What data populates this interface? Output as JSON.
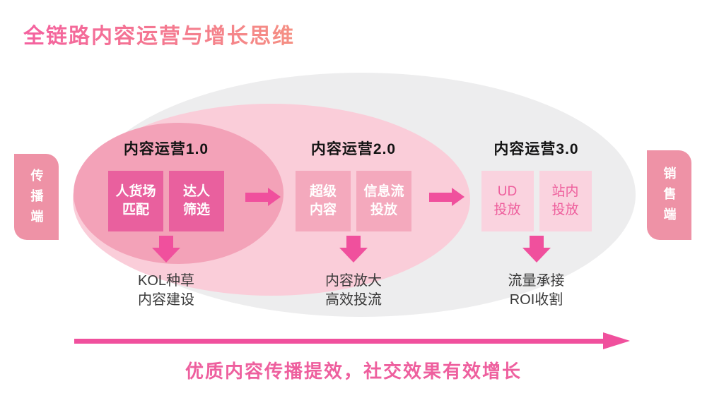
{
  "title": "全链路内容运营与增长思维",
  "side_tabs": {
    "left": {
      "label": "传播端"
    },
    "right": {
      "label": "销售端"
    }
  },
  "stages": [
    {
      "heading": "内容运营1.0",
      "boxes": [
        {
          "lines": [
            "人货场",
            "匹配"
          ]
        },
        {
          "lines": [
            "达人",
            "筛选"
          ]
        }
      ],
      "caption_lines": [
        "KOL种草",
        "内容建设"
      ]
    },
    {
      "heading": "内容运营2.0",
      "boxes": [
        {
          "lines": [
            "超级",
            "内容"
          ]
        },
        {
          "lines": [
            "信息流",
            "投放"
          ]
        }
      ],
      "caption_lines": [
        "内容放大",
        "高效投流"
      ]
    },
    {
      "heading": "内容运营3.0",
      "boxes": [
        {
          "lines": [
            "UD",
            "投放"
          ]
        },
        {
          "lines": [
            "站内",
            "投放"
          ]
        }
      ],
      "caption_lines": [
        "流量承接",
        "ROI收割"
      ]
    }
  ],
  "bottom_banner": "优质内容传播提效，社交效果有效增长",
  "icons": {
    "stage_flow_arrow": "css-right-arrow",
    "funnel_down_arrow": "css-down-arrow",
    "growth_axis_arrow": "css-long-right-arrow"
  },
  "colors": {
    "accent_pink": "#F0509D",
    "stage1_box": "#E9609E",
    "stage2_box": "#F4A9BD",
    "stage3_box": "#FAD3DF",
    "stage3_text": "#EE5F9D",
    "inner_ellipse": "#F3A2B8",
    "mid_ellipse": "#FACDD9",
    "outer_ellipse": "#EDEDEE",
    "tab": "#EE92A6",
    "caption_text": "#3A3A3A",
    "heading_text": "#141414",
    "banner_text": "#EE5F9E",
    "title_grad_start": "#F4619F",
    "title_grad_end": "#F59083"
  }
}
